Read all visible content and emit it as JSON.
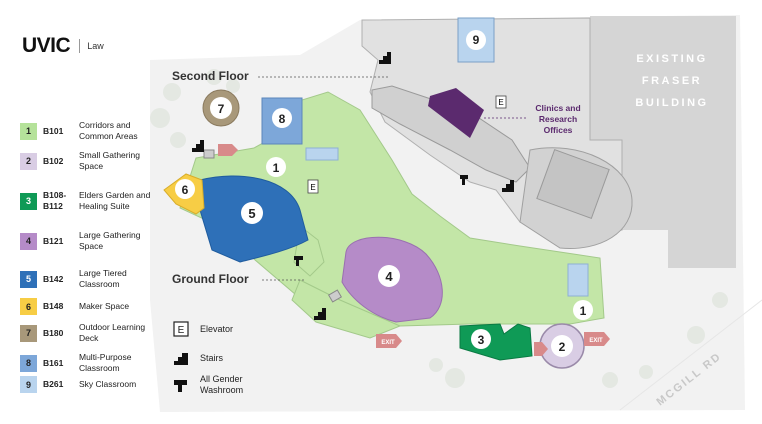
{
  "brand": {
    "logo": "UVIC",
    "sub": "Law"
  },
  "floors": {
    "second": "Second Floor",
    "ground": "Ground Floor"
  },
  "existing_building": [
    "EXISTING",
    "FRASER",
    "BUILDING"
  ],
  "street": "MCGILL RD",
  "clinics_label": [
    "Clinics and",
    "Research",
    "Offices"
  ],
  "exit_label": "EXIT",
  "elevator_glyph": "E",
  "legend": [
    {
      "num": "1",
      "code": "B101",
      "desc": "Corridors and Common Areas",
      "color": "#b5e29a",
      "text": "#222222"
    },
    {
      "num": "2",
      "code": "B102",
      "desc": "Small Gathering Space",
      "color": "#d9cde4",
      "text": "#222222"
    },
    {
      "num": "3",
      "code": "B108- B112",
      "desc": "Elders Garden and Healing Suite",
      "color": "#0f9a56",
      "text": "#ffffff"
    },
    {
      "num": "4",
      "code": "B121",
      "desc": "Large Gathering Space",
      "color": "#b58bc8",
      "text": "#222222"
    },
    {
      "num": "5",
      "code": "B142",
      "desc": "Large Tiered Classroom",
      "color": "#2e70b8",
      "text": "#ffffff"
    },
    {
      "num": "6",
      "code": "B148",
      "desc": "Maker Space",
      "color": "#f7cd45",
      "text": "#222222"
    },
    {
      "num": "7",
      "code": "B180",
      "desc": "Outdoor Learning Deck",
      "color": "#a8987a",
      "text": "#222222"
    },
    {
      "num": "8",
      "code": "B161",
      "desc": "Multi-Purpose Classroom",
      "color": "#7da7d9",
      "text": "#222222"
    },
    {
      "num": "9",
      "code": "B261",
      "desc": "Sky Classroom",
      "color": "#b9d4ee",
      "text": "#222222"
    }
  ],
  "key": [
    {
      "icon": "elevator-icon",
      "label": "Elevator"
    },
    {
      "icon": "stairs-icon",
      "label": "Stairs"
    },
    {
      "icon": "washroom-icon",
      "label": "All Gender Washroom"
    }
  ],
  "colors": {
    "corridor": "#c3e6a7",
    "building_grey": "#dcdcdc",
    "building_line": "#a9a9a9",
    "purple_dark": "#5b2a6e",
    "clinic_text": "#5b2a6e",
    "exit": "#d88a8a"
  }
}
